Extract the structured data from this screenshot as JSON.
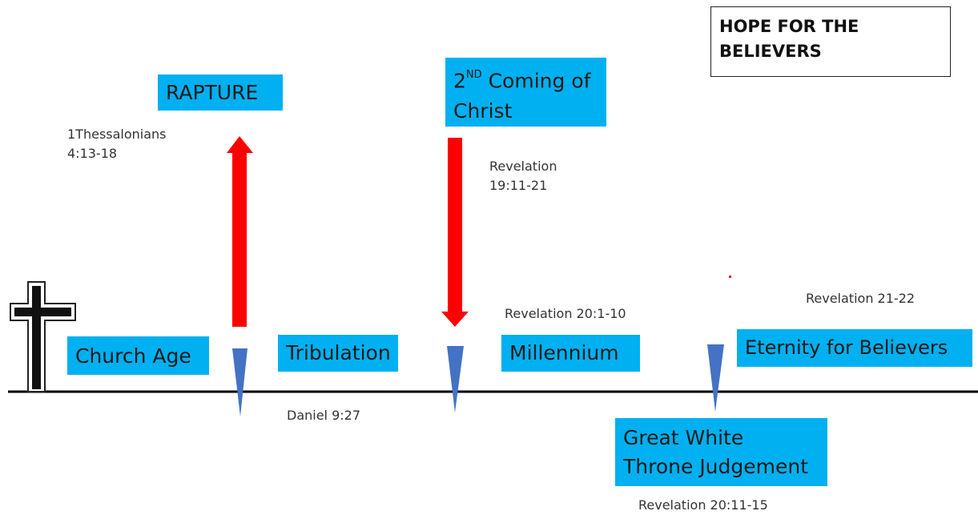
{
  "title": "HOPE FOR THE BELIEVERS",
  "events": {
    "rapture": "RAPTURE",
    "second_coming_prefix": "2",
    "second_coming_sup": "ND",
    "second_coming_line1_rest": " Coming of",
    "second_coming_line2": "Christ",
    "white_throne_line1": "Great White",
    "white_throne_line2": "Throne Judgement"
  },
  "periods": {
    "church_age": "Church Age",
    "tribulation": "Tribulation",
    "millennium": "Millennium",
    "eternity": "Eternity for Believers"
  },
  "references": {
    "thessalonians_line1": "1Thessalonians",
    "thessalonians_line2": "4:13-18",
    "rev19_line1": "Revelation",
    "rev19_line2": "19:11-21",
    "rev20_1": "Revelation 20:1-10",
    "rev21": "Revelation 21-22",
    "daniel": "Daniel 9:27",
    "rev20_11": "Revelation 20:11-15"
  },
  "colors": {
    "box": "#00b0f0",
    "arrow": "#ff0000",
    "marker": "#4472c4",
    "timeline": "#000000"
  }
}
